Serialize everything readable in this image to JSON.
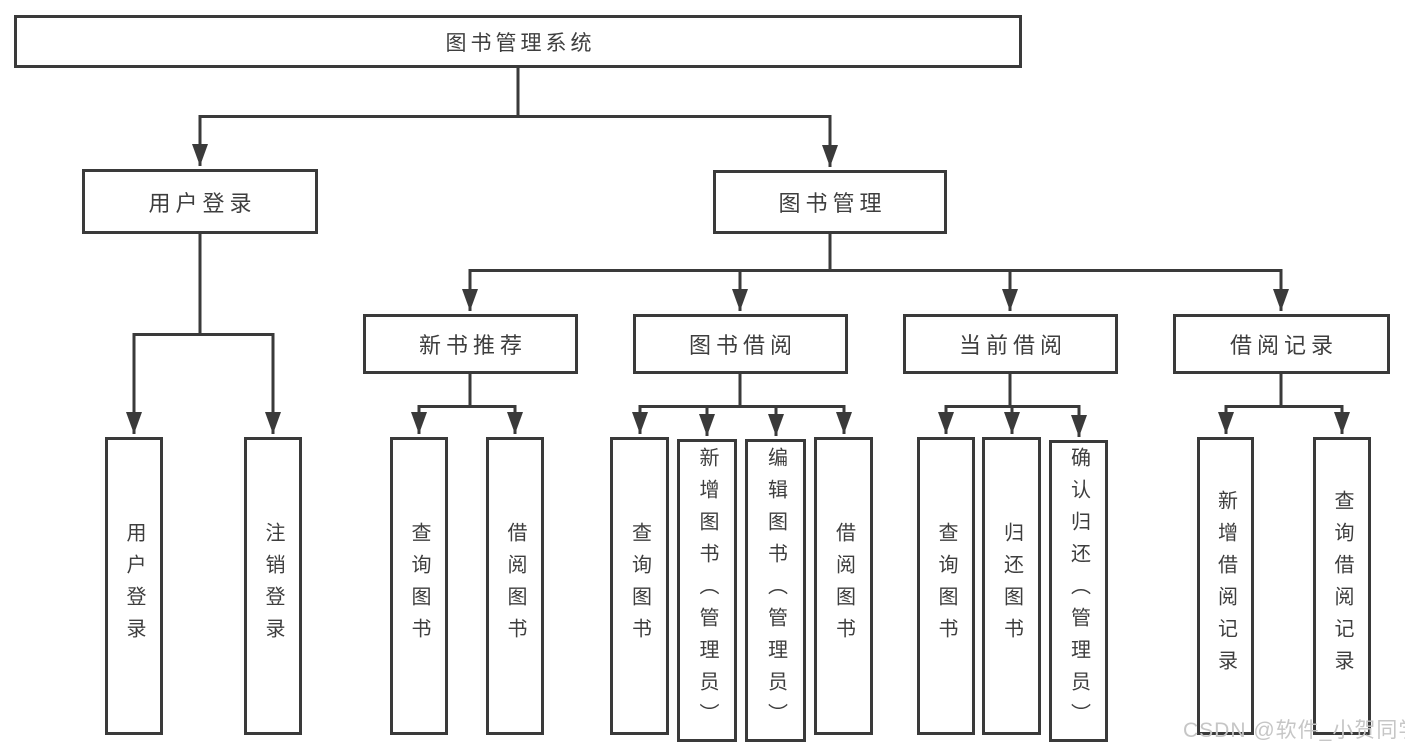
{
  "diagram": {
    "root": {
      "label": "图书管理系统"
    },
    "level2": [
      {
        "label": "用户登录"
      },
      {
        "label": "图书管理"
      }
    ],
    "level3": [
      {
        "label": "新书推荐"
      },
      {
        "label": "图书借阅"
      },
      {
        "label": "当前借阅"
      },
      {
        "label": "借阅记录"
      }
    ],
    "leaves": {
      "user_login": [
        "用户登录",
        "注销登录"
      ],
      "new_book_rec": [
        "查询图书",
        "借阅图书"
      ],
      "book_borrow": [
        "查询图书",
        "新增图书（管理员）",
        "编辑图书（管理员）",
        "借阅图书"
      ],
      "current_borrow": [
        "查询图书",
        "归还图书",
        "确认归还（管理员）"
      ],
      "borrow_records": [
        "新增借阅记录",
        "查询借阅记录"
      ]
    }
  },
  "watermark": "CSDN @软件_小贺同学",
  "colors": {
    "line": "#3a3a3a",
    "text": "#3e3e3e",
    "watermark": "#c6c6c6",
    "background": "#ffffff"
  }
}
